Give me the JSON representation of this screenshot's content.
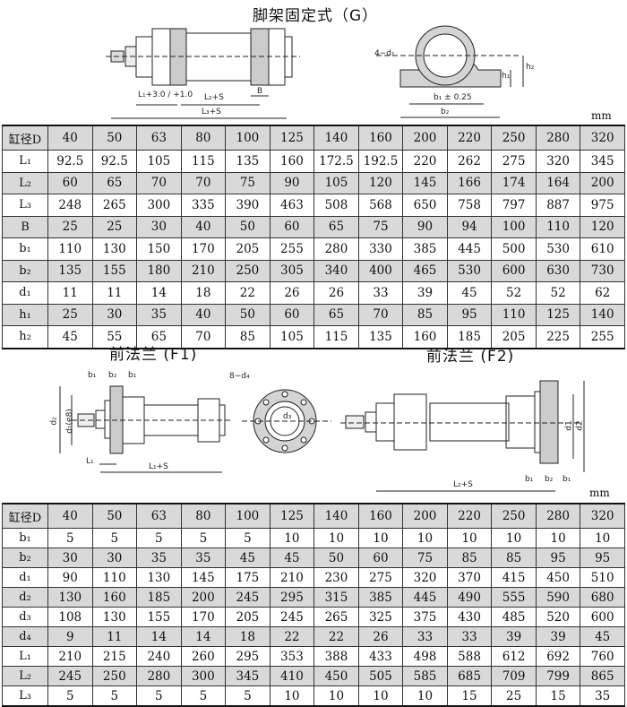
{
  "section_g": {
    "title": "脚架固定式（G）",
    "labels": {
      "l1": "L₁+3.0 / +1.0",
      "l2s": "L₂+S",
      "b": "B",
      "l3s": "L₃+S",
      "d1": "4−d₁",
      "h1": "h₁",
      "h2": "h₂",
      "b1": "b₁ ± 0.25",
      "b2": "b₂"
    },
    "unit": "mm",
    "table": {
      "header": [
        "缸径D",
        "40",
        "50",
        "63",
        "80",
        "100",
        "125",
        "140",
        "160",
        "200",
        "220",
        "250",
        "280",
        "320"
      ],
      "rows": [
        [
          "L₁",
          "92.5",
          "92.5",
          "105",
          "115",
          "135",
          "160",
          "172.5",
          "192.5",
          "220",
          "262",
          "275",
          "320",
          "345"
        ],
        [
          "L₂",
          "60",
          "65",
          "70",
          "70",
          "75",
          "90",
          "105",
          "120",
          "145",
          "166",
          "174",
          "164",
          "200"
        ],
        [
          "L₃",
          "248",
          "265",
          "300",
          "335",
          "390",
          "463",
          "508",
          "568",
          "650",
          "758",
          "797",
          "887",
          "975"
        ],
        [
          "B",
          "25",
          "25",
          "30",
          "40",
          "50",
          "60",
          "65",
          "75",
          "90",
          "94",
          "100",
          "110",
          "120"
        ],
        [
          "b₁",
          "110",
          "130",
          "150",
          "170",
          "205",
          "255",
          "280",
          "330",
          "385",
          "445",
          "500",
          "530",
          "610"
        ],
        [
          "b₂",
          "135",
          "155",
          "180",
          "210",
          "250",
          "305",
          "340",
          "400",
          "465",
          "530",
          "600",
          "630",
          "730"
        ],
        [
          "d₁",
          "11",
          "11",
          "14",
          "18",
          "22",
          "26",
          "26",
          "33",
          "39",
          "45",
          "52",
          "52",
          "62"
        ],
        [
          "h₁",
          "25",
          "30",
          "35",
          "40",
          "50",
          "60",
          "65",
          "70",
          "85",
          "95",
          "110",
          "125",
          "140"
        ],
        [
          "h₂",
          "45",
          "55",
          "65",
          "70",
          "85",
          "105",
          "115",
          "135",
          "160",
          "185",
          "205",
          "225",
          "255"
        ]
      ]
    }
  },
  "section_f1": {
    "title": "前法兰 (F1)",
    "labels": {
      "b1a": "b₁",
      "b2": "b₂",
      "b1b": "b₁",
      "d2": "d₂",
      "d1": "d₁(e8)",
      "l1": "L₁",
      "l1s": "L₁+S",
      "d4": "8−d₄",
      "d3": "d₃"
    }
  },
  "section_f2": {
    "title": "前法兰 (F2)",
    "labels": {
      "l2s": "L₂+S",
      "b1a": "b₁",
      "b2": "b₂",
      "b1b": "b₁",
      "d1": "d1",
      "d2": "d2"
    },
    "unit": "mm"
  },
  "table_f": {
    "header": [
      "缸径D",
      "40",
      "50",
      "63",
      "80",
      "100",
      "125",
      "140",
      "160",
      "200",
      "220",
      "250",
      "280",
      "320"
    ],
    "rows": [
      [
        "b₁",
        "5",
        "5",
        "5",
        "5",
        "5",
        "10",
        "10",
        "10",
        "10",
        "10",
        "10",
        "10",
        "10"
      ],
      [
        "b₂",
        "30",
        "30",
        "35",
        "35",
        "45",
        "45",
        "50",
        "60",
        "75",
        "85",
        "85",
        "95",
        "95"
      ],
      [
        "d₁",
        "90",
        "110",
        "130",
        "145",
        "175",
        "210",
        "230",
        "275",
        "320",
        "370",
        "415",
        "450",
        "510"
      ],
      [
        "d₂",
        "130",
        "160",
        "185",
        "200",
        "245",
        "295",
        "315",
        "385",
        "445",
        "490",
        "555",
        "590",
        "680"
      ],
      [
        "d₃",
        "108",
        "130",
        "155",
        "170",
        "205",
        "245",
        "265",
        "325",
        "375",
        "430",
        "485",
        "520",
        "600"
      ],
      [
        "d₄",
        "9",
        "11",
        "14",
        "14",
        "18",
        "22",
        "22",
        "26",
        "33",
        "33",
        "39",
        "39",
        "45"
      ],
      [
        "L₁",
        "210",
        "215",
        "240",
        "260",
        "295",
        "353",
        "388",
        "433",
        "498",
        "588",
        "612",
        "692",
        "760"
      ],
      [
        "L₂",
        "245",
        "250",
        "280",
        "300",
        "345",
        "410",
        "450",
        "505",
        "585",
        "685",
        "709",
        "799",
        "865"
      ],
      [
        "L₃",
        "5",
        "5",
        "5",
        "5",
        "5",
        "10",
        "10",
        "10",
        "10",
        "15",
        "25",
        "15",
        "35"
      ]
    ]
  }
}
